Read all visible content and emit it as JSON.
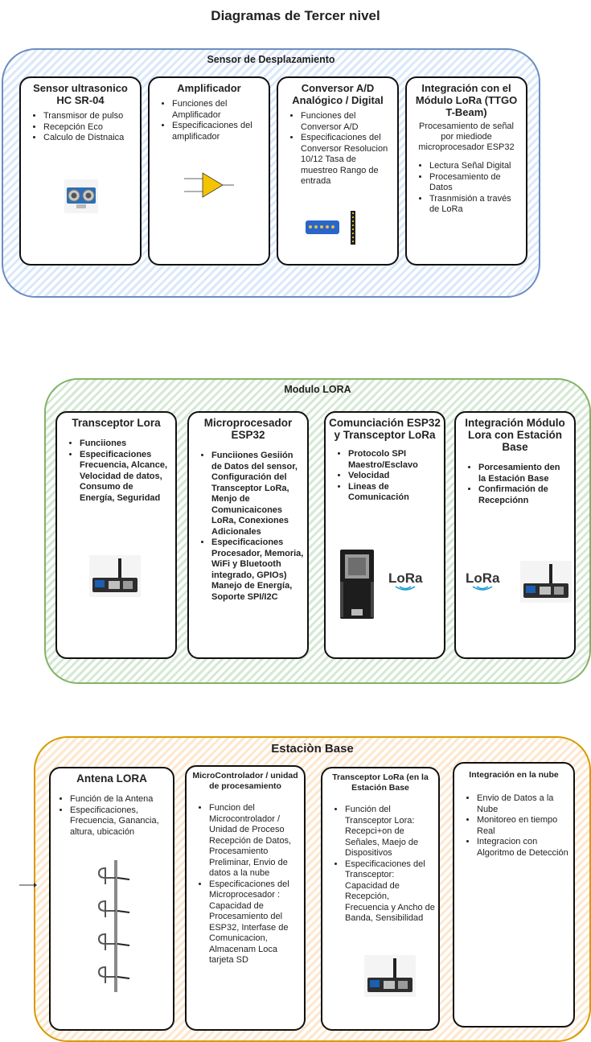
{
  "diagram_title": "Diagramas de Tercer nivel",
  "sensor": {
    "title": "Sensor de Desplazamiento",
    "cards": [
      {
        "title": "Sensor ultrasonico HC SR-04",
        "items": [
          "Transmisor de pulso",
          "Recepción Eco",
          "Calculo de Distnaica"
        ]
      },
      {
        "title": "Amplificador",
        "items": [
          "Funciones del Amplificador",
          "Especificaciones del amplificador"
        ]
      },
      {
        "title": "Conversor A/D Analógico /  Digital",
        "items": [
          "Funciones del Conversor A/D",
          "Especificaciones del Conversor Resolucion 10/12 Tasa de muestreo Rango de entrada"
        ]
      },
      {
        "title": "Integración con el Módulo LoRa      (TTGO T-Beam)",
        "intro": "Procesamiento de señal por miediode microprocesador ESP32",
        "items": [
          "Lectura Señal Digital",
          "Procesamiento de Datos",
          "Trasnmisión a través de LoRa"
        ]
      }
    ]
  },
  "lora": {
    "title": "Modulo LORA",
    "cards": [
      {
        "title": "Transceptor Lora",
        "items": [
          "Funciiones",
          "Especificaciones Frecuencia, Alcance, Velocidad de datos, Consumo de Energía, Seguridad"
        ]
      },
      {
        "title": "Microprocesador ESP32",
        "items": [
          "Funciiones Gesiión de Datos del sensor, Configuración del Transceptor LoRa, Menjo de Comunicaicones LoRa, Conexiones Adicionales",
          "Especificaciones Procesador, Memoria, WiFi y Bluetooth integrado, GPIOs) Manejo de Energía, Soporte SPI/I2C"
        ]
      },
      {
        "title": "Comunciación ESP32 y  Transceptor LoRa",
        "items": [
          "Protocolo SPI Maestro/Esclavo",
          "Velocidad",
          "Lineas de Comunicación"
        ]
      },
      {
        "title": "Integración Módulo Lora con Estación Base",
        "items": [
          "Porcesamiento den la Estación Base",
          "Confirmación de Recepciónn"
        ]
      }
    ],
    "logo_text": "LoRa"
  },
  "base": {
    "title": "Estaciòn Base",
    "cards": [
      {
        "title": "Antena LORA",
        "items": [
          "Función de la Antena",
          "Especificaciones, Frecuencia, Ganancia, altura, ubicación"
        ]
      },
      {
        "title": "MicroControlador / unidad de procesamiento",
        "items": [
          "Funcion del Microcontrolador / Unidad de Proceso Recepción de Datos, Procesamiento Preliminar, Envio de datos a la nube",
          "Especificaciones del Microprocesador : Capacidad de Procesamiento del ESP32, Interfase de Comunicacion, Almacenam Loca tarjeta SD"
        ]
      },
      {
        "title": "Transceptor LoRa (en la Estación Base",
        "items": [
          "Función del Transceptor Lora: Recepci+on de Señales, Maejo de Dispositivos",
          "Especificaciones del Transceptor: Capacidad de Recepción, Frecuencia y Ancho de Banda, Sensibilidad"
        ]
      },
      {
        "title": "Integración en la nube",
        "items": [
          "Envio de Datos a la Nube",
          "Monitoreo en tiempo Real",
          "Integracion con Algoritmo de Detección"
        ]
      }
    ]
  },
  "colors": {
    "blue_group": "#6c8ebf",
    "green_group": "#82b366",
    "orange_group": "#d79b00",
    "amp_yellow": "#f5c400",
    "lora_blue": "#1a9ad6"
  },
  "icons": [
    "ultrasonic-sensor-image",
    "amplifier-symbol-image",
    "adc-module-image",
    "ttgo-tbeam-image",
    "esp32-board-image",
    "lora-logo",
    "antenna-image"
  ]
}
